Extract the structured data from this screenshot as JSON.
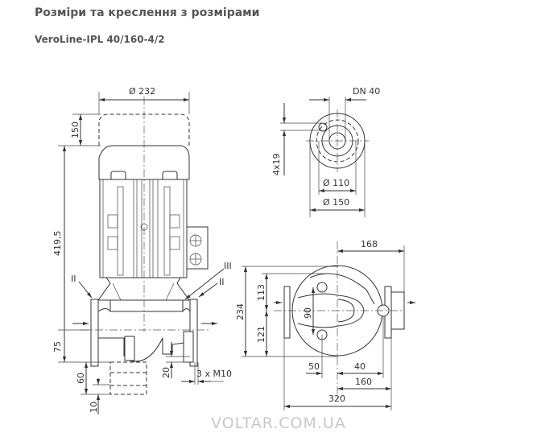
{
  "page": {
    "title": "Розміри та креслення з розмірами",
    "subtitle": "VeroLine-IPL 40/160-4/2"
  },
  "drawing": {
    "side_view": {
      "dim_motor_diameter": "Ø 232",
      "dim_motor_removal": "150",
      "dim_total_height": "419,5",
      "dim_axis_height": "75",
      "dim_base": "60",
      "dim_base_offset": "10",
      "dim_foot": "20",
      "bolts": "3 x M10",
      "marker_left": "II",
      "marker_mid": "III",
      "marker_right": "II"
    },
    "flange_view": {
      "dn": "DN 40",
      "holes": "4x19",
      "bolt_circle": "Ø 110",
      "flange_diameter": "Ø 150"
    },
    "top_view": {
      "dim_168": "168",
      "dim_234": "234",
      "dim_113": "113",
      "dim_121": "121",
      "dim_90": "90",
      "dim_50": "50",
      "dim_40": "40",
      "dim_160": "160",
      "dim_320": "320"
    }
  },
  "watermark": "VOLTAR.COM.UA"
}
